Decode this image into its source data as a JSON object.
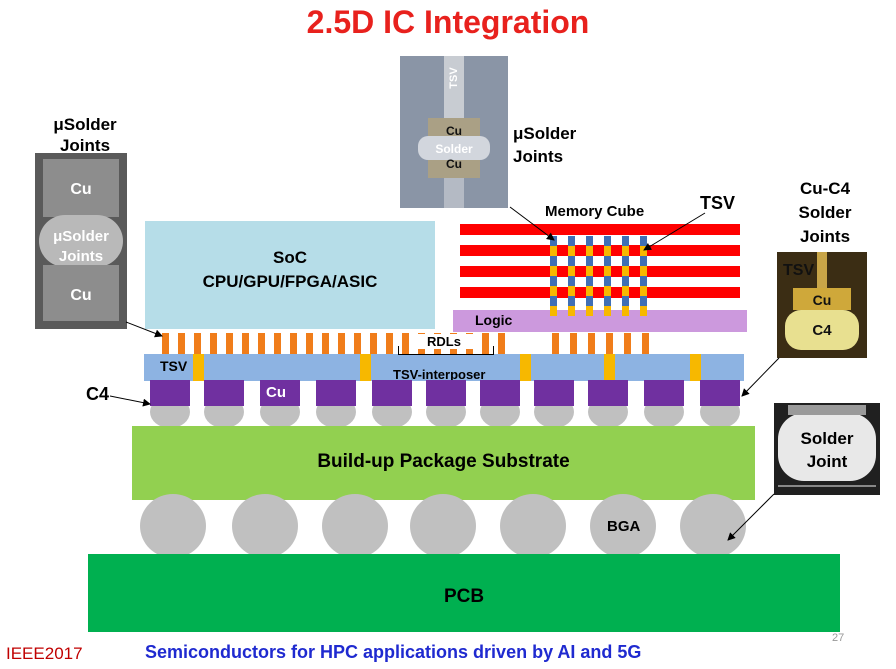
{
  "title": "2.5D IC Integration",
  "labels": {
    "usolder_left": "μSolder\nJoints",
    "usolder_top": "μSolder\nJoints",
    "memory_cube": "Memory Cube",
    "tsv_right": "TSV",
    "cu_c4": "Cu-C4\nSolder\nJoints",
    "soc": "SoC\nCPU/GPU/FPGA/ASIC",
    "logic": "Logic",
    "rdls": "RDLs",
    "tsv_interposer_tsv": "TSV",
    "tsv_interposer": "TSV-interposer",
    "c4": "C4",
    "cu": "Cu",
    "substrate": "Build-up Package Substrate",
    "bga": "BGA",
    "pcb": "PCB"
  },
  "photos": {
    "left": {
      "top": "Cu",
      "middle": "μSolder\nJoints",
      "bottom": "Cu"
    },
    "top": {
      "tsv": "TSV",
      "cu1": "Cu",
      "solder": "Solder",
      "cu2": "Cu"
    },
    "right": {
      "tsv": "TSV",
      "cu": "Cu",
      "c4": "C4"
    },
    "solder_joint": {
      "label": "Solder\nJoint"
    }
  },
  "footer": {
    "conference": "IEEE2017",
    "caption": "Semiconductors for HPC applications driven by AI and 5G",
    "page_number": "27"
  },
  "colors": {
    "title_red": "#e8211d",
    "soc": "#b6dde8",
    "memory_red": "#ff0000",
    "logic": "#cc99dd",
    "orange": "#f07d1a",
    "interposer": "#8db3e2",
    "purple": "#7030a0",
    "gray": "#c0c0c0",
    "substrate": "#92d050",
    "pcb": "#00b050",
    "caption_blue": "#1f2ad0"
  }
}
